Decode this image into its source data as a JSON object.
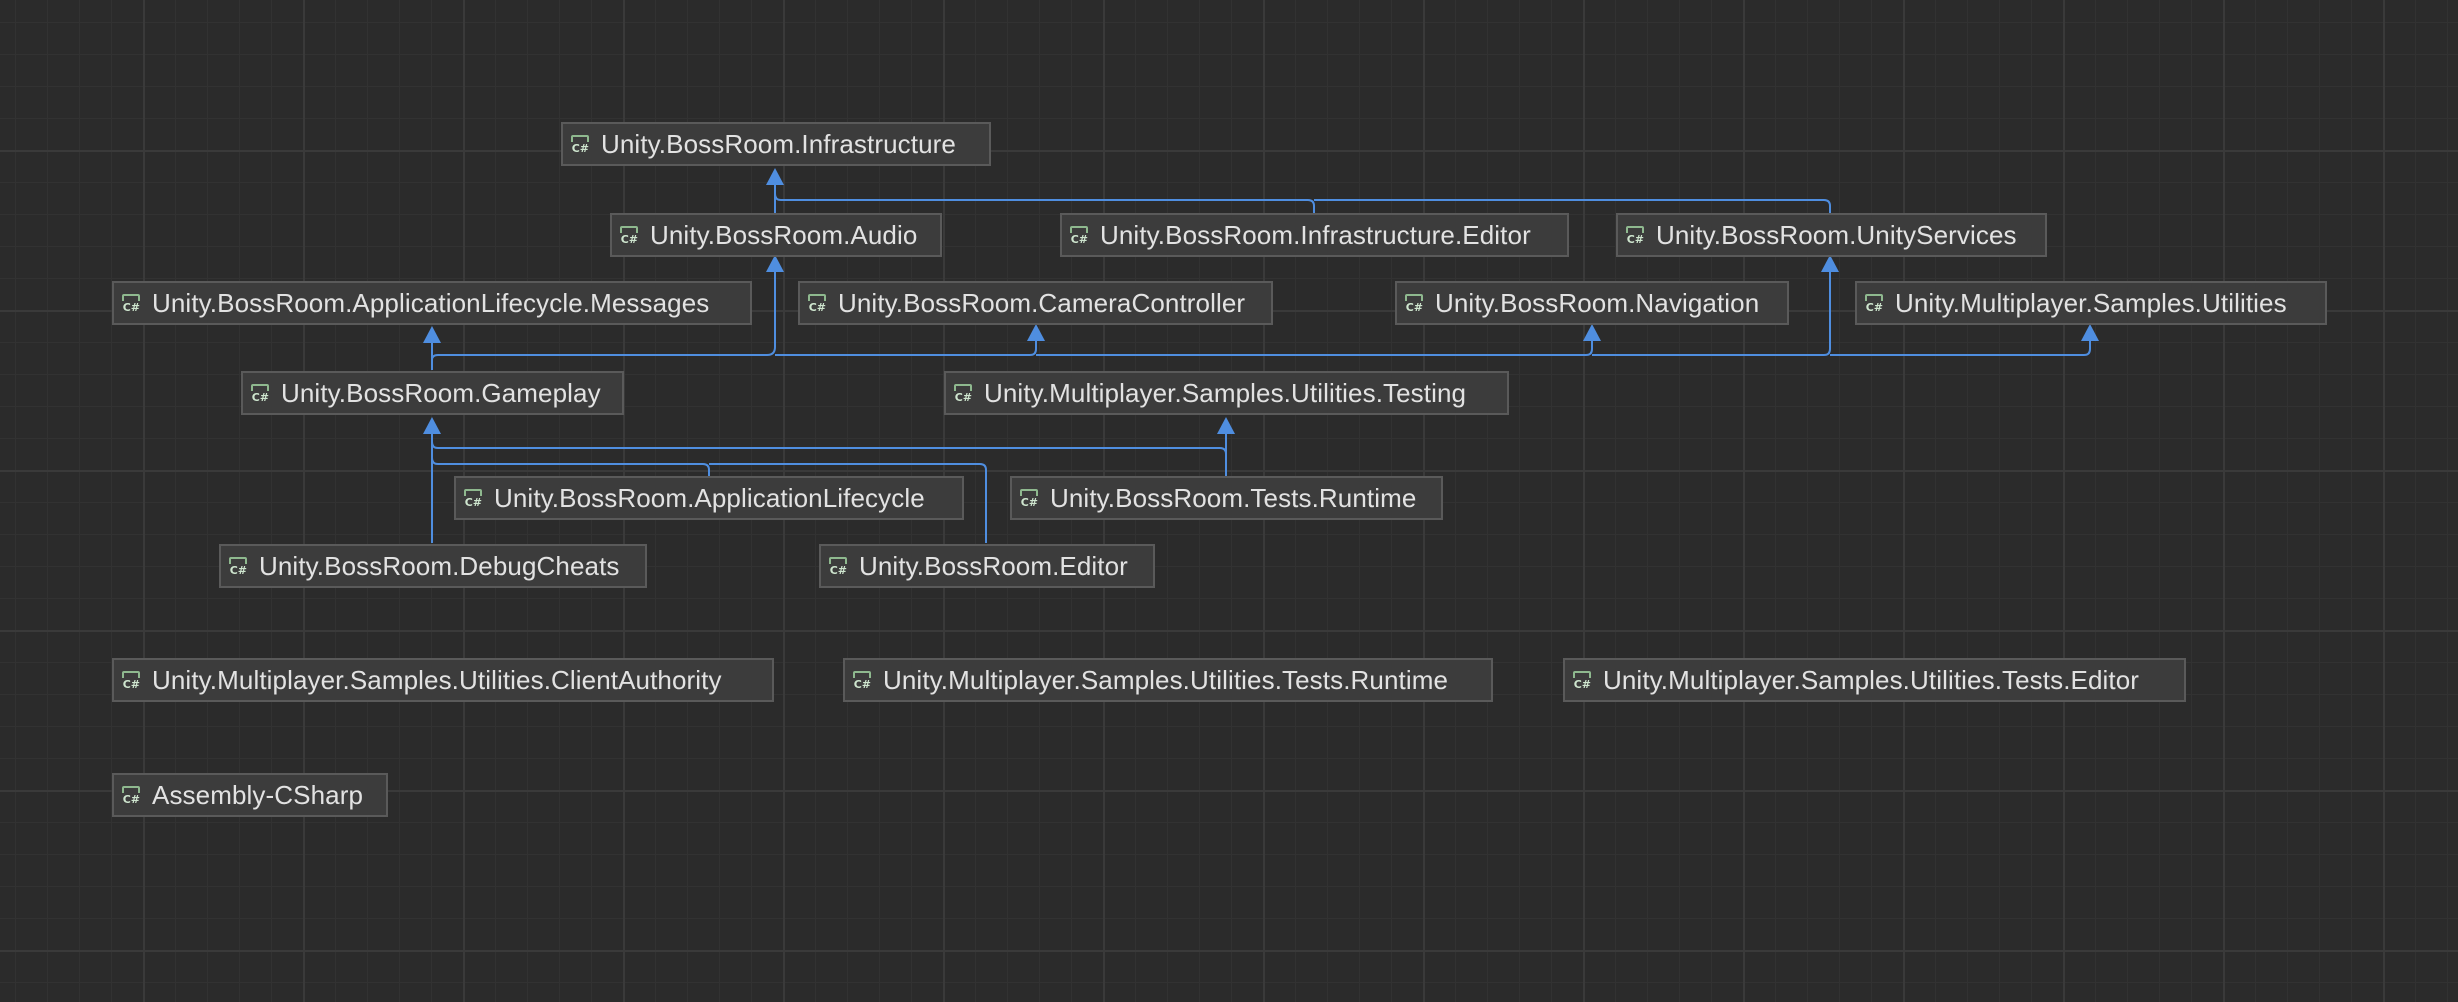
{
  "diagram": {
    "icon": "csharp-file-icon",
    "icon_glyph": "C#",
    "colors": {
      "background": "#2b2b2b",
      "node_fill": "#3c3c3c",
      "node_border": "#5a5a5a",
      "edge": "#4f8ee0",
      "text": "#e2e2e2"
    },
    "nodes": [
      {
        "id": "infrastructure",
        "label": "Unity.BossRoom.Infrastructure"
      },
      {
        "id": "audio",
        "label": "Unity.BossRoom.Audio"
      },
      {
        "id": "infrastructure-editor",
        "label": "Unity.BossRoom.Infrastructure.Editor"
      },
      {
        "id": "unity-services",
        "label": "Unity.BossRoom.UnityServices"
      },
      {
        "id": "app-lifecycle-messages",
        "label": "Unity.BossRoom.ApplicationLifecycle.Messages"
      },
      {
        "id": "camera-controller",
        "label": "Unity.BossRoom.CameraController"
      },
      {
        "id": "navigation",
        "label": "Unity.BossRoom.Navigation"
      },
      {
        "id": "mp-samples-utilities",
        "label": "Unity.Multiplayer.Samples.Utilities"
      },
      {
        "id": "gameplay",
        "label": "Unity.BossRoom.Gameplay"
      },
      {
        "id": "mp-samples-utilities-testing",
        "label": "Unity.Multiplayer.Samples.Utilities.Testing"
      },
      {
        "id": "app-lifecycle",
        "label": "Unity.BossRoom.ApplicationLifecycle"
      },
      {
        "id": "tests-runtime",
        "label": "Unity.BossRoom.Tests.Runtime"
      },
      {
        "id": "debug-cheats",
        "label": "Unity.BossRoom.DebugCheats"
      },
      {
        "id": "editor",
        "label": "Unity.BossRoom.Editor"
      },
      {
        "id": "mp-client-authority",
        "label": "Unity.Multiplayer.Samples.Utilities.ClientAuthority"
      },
      {
        "id": "mp-tests-runtime",
        "label": "Unity.Multiplayer.Samples.Utilities.Tests.Runtime"
      },
      {
        "id": "mp-tests-editor",
        "label": "Unity.Multiplayer.Samples.Utilities.Tests.Editor"
      },
      {
        "id": "assembly-csharp",
        "label": "Assembly-CSharp"
      }
    ],
    "edges": [
      {
        "from": "audio",
        "to": "infrastructure"
      },
      {
        "from": "infrastructure-editor",
        "to": "infrastructure"
      },
      {
        "from": "unity-services",
        "to": "infrastructure"
      },
      {
        "from": "gameplay",
        "to": "audio"
      },
      {
        "from": "gameplay",
        "to": "app-lifecycle-messages"
      },
      {
        "from": "gameplay",
        "to": "camera-controller"
      },
      {
        "from": "gameplay",
        "to": "navigation"
      },
      {
        "from": "gameplay",
        "to": "unity-services"
      },
      {
        "from": "gameplay",
        "to": "mp-samples-utilities"
      },
      {
        "from": "app-lifecycle",
        "to": "gameplay"
      },
      {
        "from": "debug-cheats",
        "to": "gameplay"
      },
      {
        "from": "editor",
        "to": "gameplay"
      },
      {
        "from": "tests-runtime",
        "to": "gameplay"
      },
      {
        "from": "tests-runtime",
        "to": "mp-samples-utilities-testing"
      }
    ]
  }
}
